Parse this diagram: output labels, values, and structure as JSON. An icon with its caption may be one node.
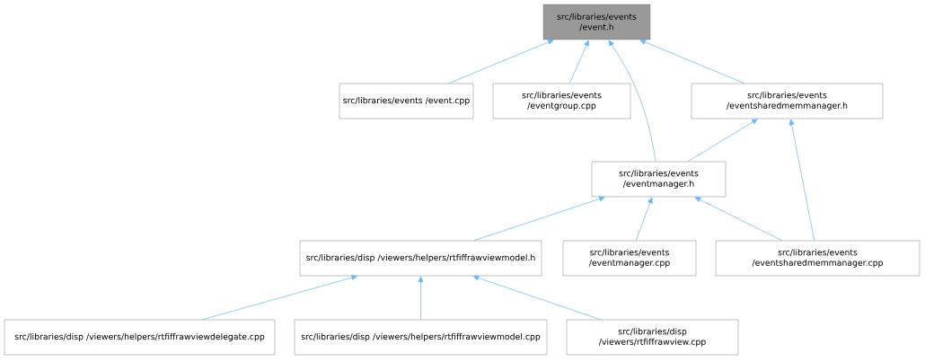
{
  "diagram": {
    "nodes": [
      {
        "text": [
          "src/libraries/events /event.h"
        ]
      },
      {
        "text": [
          "src/libraries/events /event.cpp"
        ]
      },
      {
        "text": [
          "src/libraries/events /eventgroup.cpp"
        ]
      },
      {
        "text": [
          "src/libraries/events /eventsharedmemmanager.h"
        ]
      },
      {
        "text": [
          "src/libraries/events /eventmanager.h"
        ]
      },
      {
        "text": [
          "src/libraries/disp /viewers/helpers/rtfiffrawviewmodel.h"
        ]
      },
      {
        "text": [
          "src/libraries/events /eventmanager.cpp"
        ]
      },
      {
        "text": [
          "src/libraries/events /eventsharedmemmanager.cpp"
        ]
      },
      {
        "text": [
          "src/libraries/disp /viewers/helpers/rtfiffrawviewdelegate.cpp"
        ]
      },
      {
        "text": [
          "src/libraries/disp /viewers/helpers/rtfiffrawviewmodel.cpp"
        ]
      },
      {
        "text": [
          "src/libraries/disp /viewers/rtfiffrawview.cpp"
        ]
      }
    ],
    "edges": [
      {
        "from": 1,
        "to": 0,
        "arrow": "to"
      },
      {
        "from": 2,
        "to": 0,
        "arrow": "to"
      },
      {
        "from": 4,
        "to": 0,
        "arrow": "to"
      },
      {
        "from": 3,
        "to": 0,
        "arrow": "to"
      },
      {
        "from": 4,
        "to": 3,
        "arrow": "to"
      },
      {
        "from": 7,
        "to": 3,
        "arrow": "to"
      },
      {
        "from": 5,
        "to": 4,
        "arrow": "to"
      },
      {
        "from": 6,
        "to": 4,
        "arrow": "to"
      },
      {
        "from": 7,
        "to": 4,
        "arrow": "to"
      },
      {
        "from": 8,
        "to": 5,
        "arrow": "to"
      },
      {
        "from": 9,
        "to": 5,
        "arrow": "to"
      },
      {
        "from": 10,
        "to": 5,
        "arrow": "to"
      }
    ]
  }
}
